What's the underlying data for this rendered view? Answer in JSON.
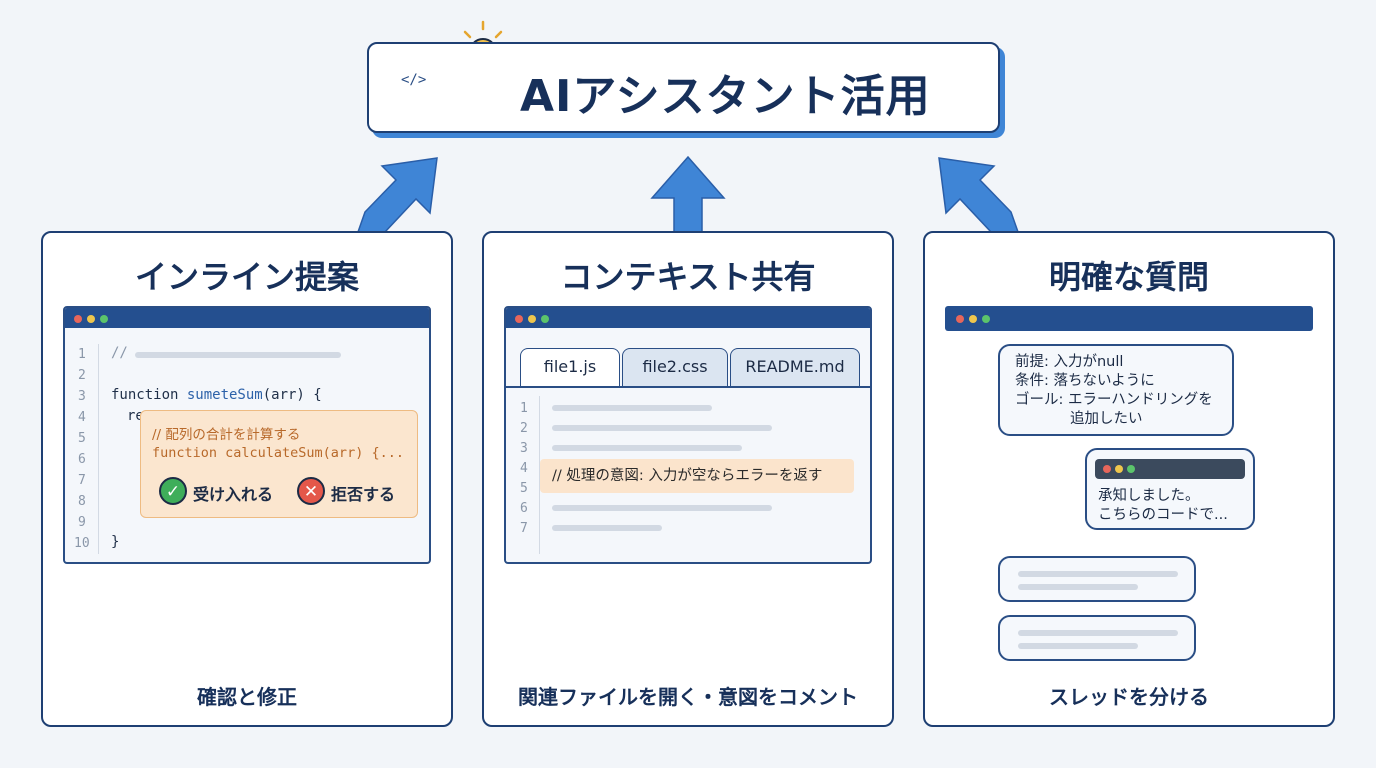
{
  "title": "AIアシスタント活用",
  "header_icon": {
    "code_glyph": "</>",
    "icons": [
      "code-window-icon",
      "robot-icon",
      "lightbulb-icon"
    ]
  },
  "panels": [
    {
      "title": "インライン提案",
      "code": {
        "line_numbers": [
          "1",
          "2",
          "3",
          "4",
          "5",
          "6",
          "7",
          "8",
          "9",
          "10"
        ],
        "comment": "//",
        "function_line_keyword": "function ",
        "function_line_name": "sumeteSum",
        "function_line_rest": "(arr) {",
        "partial_line": "re",
        "closing": "}"
      },
      "suggestion": {
        "comment": "// 配列の合計を計算する",
        "code": "function calculateSum(arr) {...",
        "accept": "受け入れる",
        "reject": "拒否する"
      },
      "caption": "確認と修正",
      "icons": [
        "eye-icon",
        "magnifier-icon",
        "check-icon",
        "x-icon"
      ]
    },
    {
      "title": "コンテキスト共有",
      "tabs": [
        "file1.js",
        "file2.css",
        "README.md"
      ],
      "line_numbers": [
        "1",
        "2",
        "3",
        "4",
        "5",
        "6",
        "7"
      ],
      "intent_comment": "// 処理の意図: 入力が空ならエラーを返す",
      "caption": "関連ファイルを開く・意図をコメント",
      "icons": [
        "folder-icon",
        "document-icon",
        "link-icon"
      ]
    },
    {
      "title": "明確な質問",
      "question_lines": [
        "前提: 入力がnull",
        "条件: 落ちないように",
        "ゴール: エラーハンドリングを",
        "追加したい"
      ],
      "reply_lines": [
        "承知しました。",
        "こちらのコードで..."
      ],
      "caption": "スレッドを分ける",
      "icons": [
        "user-avatar-icon",
        "robot-avatar-icon"
      ]
    }
  ],
  "colors": {
    "navy": "#1e3f73",
    "accent_blue": "#3f85d6",
    "suggestion_bg": "#fbe6cf",
    "accept_green": "#3fae5a",
    "reject_red": "#e4574a"
  }
}
